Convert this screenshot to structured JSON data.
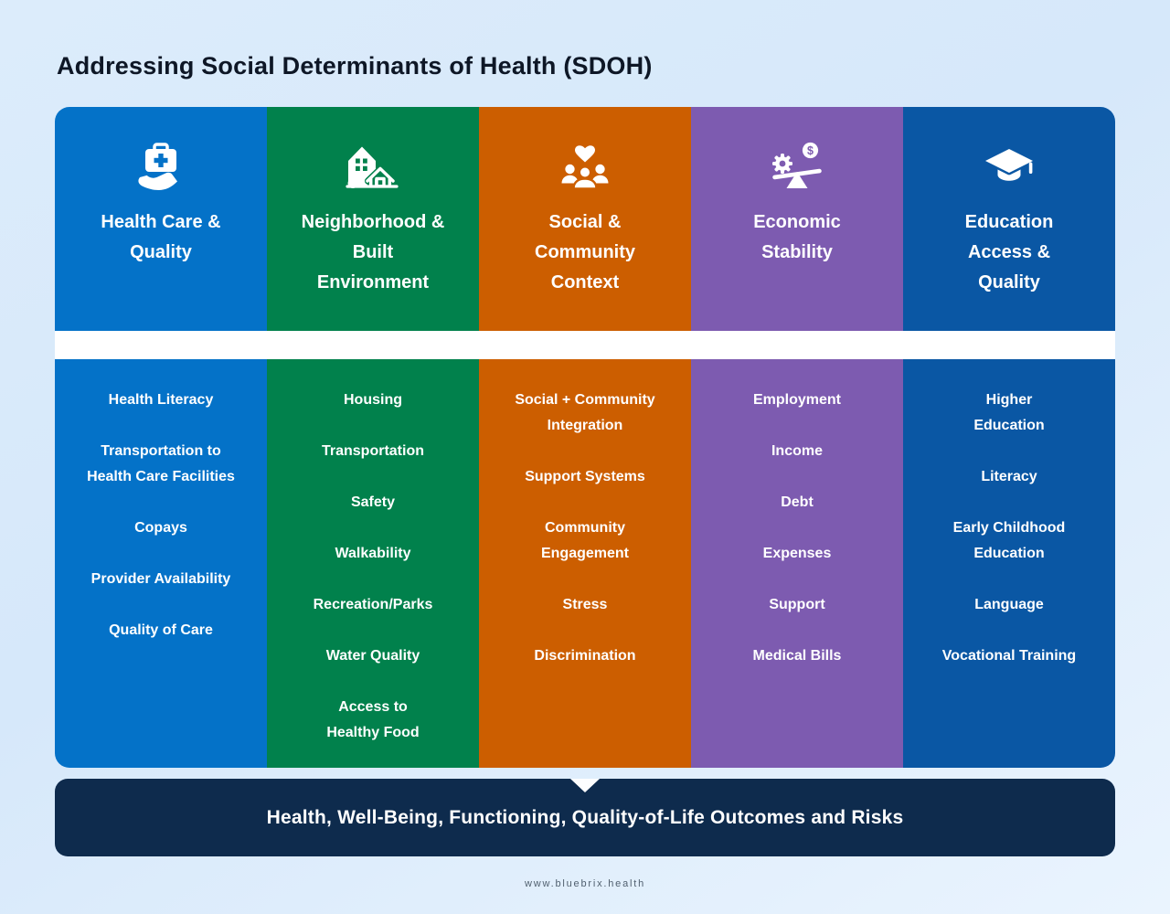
{
  "page": {
    "title": "Addressing Social Determinants of Health (SDOH)",
    "footer_url": "www.bluebrix.health",
    "background": "#d8e9fa",
    "divider_band_color": "#ffffff"
  },
  "columns": [
    {
      "name": "Health Care & Quality",
      "header": "Health Care &\nQuality",
      "icon": "hand-holding-medical-kit-icon",
      "color": "#0472c8",
      "items": [
        "Health Literacy",
        "Transportation to\nHealth Care Facilities",
        "Copays",
        "Provider Availability",
        "Quality of Care"
      ]
    },
    {
      "name": "Neighborhood & Built Environment",
      "header": "Neighborhood &\nBuilt\nEnvironment",
      "icon": "houses-icon",
      "color": "#01814c",
      "items": [
        "Housing",
        "Transportation",
        "Safety",
        "Walkability",
        "Recreation/Parks",
        "Water Quality",
        "Access to\nHealthy Food"
      ]
    },
    {
      "name": "Social & Community Context",
      "header": "Social &\nCommunity\nContext",
      "icon": "people-group-heart-icon",
      "color": "#cc5e00",
      "items": [
        "Social + Community\nIntegration",
        "Support Systems",
        "Community\nEngagement",
        "Stress",
        "Discrimination"
      ]
    },
    {
      "name": "Economic Stability",
      "header": "Economic\nStability",
      "icon": "balance-gear-dollar-icon",
      "color": "#7d5bb0",
      "items": [
        "Employment",
        "Income",
        "Debt",
        "Expenses",
        "Support",
        "Medical Bills"
      ]
    },
    {
      "name": "Education Access & Quality",
      "header": "Education\nAccess &\nQuality",
      "icon": "graduation-cap-icon",
      "color": "#0a57a4",
      "items": [
        "Higher\nEducation",
        "Literacy",
        "Early Childhood\nEducation",
        "Language",
        "Vocational Training"
      ]
    }
  ],
  "outcome_bar": {
    "label": "Health, Well-Being, Functioning, Quality-of-Life Outcomes and Risks",
    "background": "#0e2b4d"
  }
}
